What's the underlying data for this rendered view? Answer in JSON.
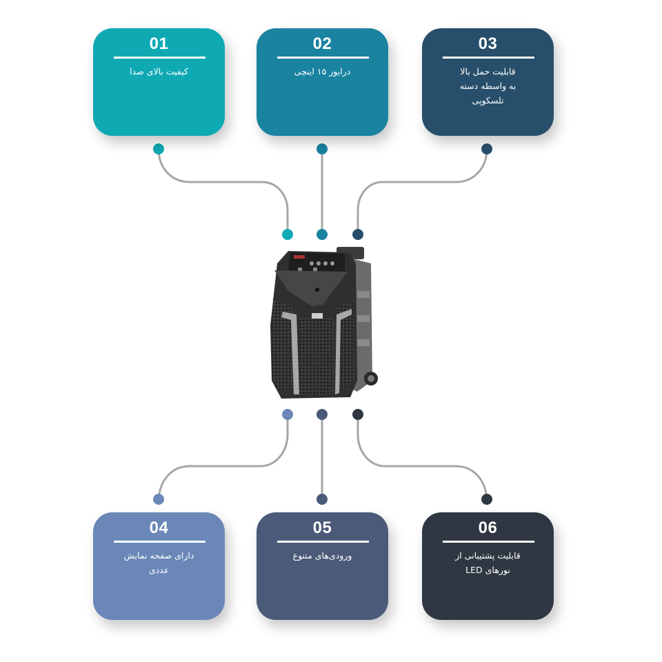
{
  "diagram": {
    "title": "Portable speaker feature map",
    "features": [
      {
        "number": "01",
        "text": "کیفیت بالای صدا",
        "color": "#0FA9B4"
      },
      {
        "number": "02",
        "text": "درایور ۱۵ اینچی",
        "color": "#1983A0"
      },
      {
        "number": "03",
        "text": "قابلیت حمل بالا\nبه واسطه دسته\nتلسکوپی",
        "color": "#274F6B"
      },
      {
        "number": "04",
        "text": "دارای صفحه نمایش\nعددی",
        "color": "#6A87B8"
      },
      {
        "number": "05",
        "text": "ورودی‌های متنوع",
        "color": "#4A5A78"
      },
      {
        "number": "06",
        "text": "قابلیت پشتیبانی از\nنورهای LED",
        "color": "#2F3742"
      }
    ],
    "connector_color": "#A6A6A6",
    "center_image": "portable-trolley-speaker"
  }
}
